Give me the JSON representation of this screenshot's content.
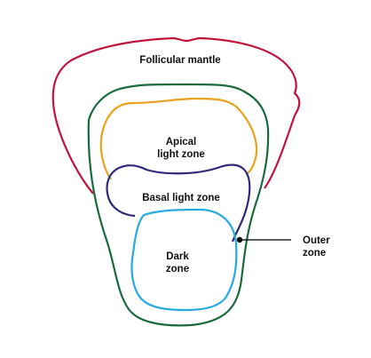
{
  "diagram": {
    "colors": {
      "follicular_mantle": "#c0143c",
      "outer_zone": "#1a6b3c",
      "apical_light_zone": "#e8a21c",
      "basal_light_zone": "#2e2a7a",
      "dark_zone": "#27a9e1",
      "pointer": "#000000"
    },
    "labels": {
      "follicular_mantle": "Follicular mantle",
      "apical_line1": "Apical",
      "apical_line2": "light zone",
      "basal": "Basal light zone",
      "dark_line1": "Dark",
      "dark_line2": "zone",
      "outer_line1": "Outer",
      "outer_line2": "zone"
    }
  }
}
